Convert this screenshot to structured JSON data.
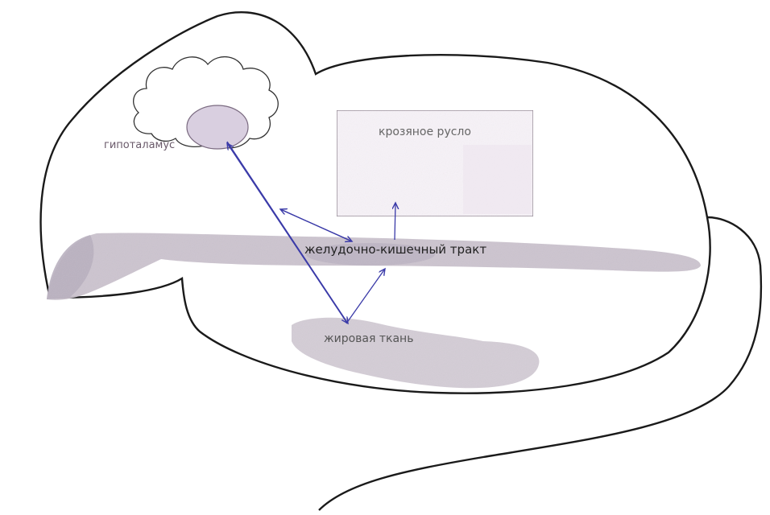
{
  "labels": {
    "hypothalamus": "гипоталамус",
    "bloodstream": "крозяное русло",
    "gi_tract": "желудочно-кишечный тракт",
    "adipose": "жировая ткань"
  },
  "colors": {
    "outline": "#1a1a1a",
    "arrow": "#3a3aa8",
    "hypothalamus_fill": "#d9cfe0",
    "gi_fill": "#c9c1cc",
    "fat_fill": "#d2cad4",
    "box_border": "#8a7e8a",
    "box_fill": "#f7f3f8"
  },
  "icons": {
    "brain": "brain-cloud-icon",
    "hypothalamus": "hypothalamus-ellipse-icon"
  }
}
